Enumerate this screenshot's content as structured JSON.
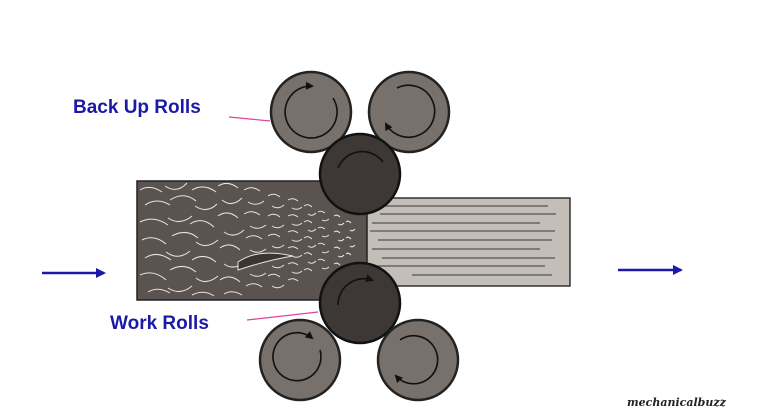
{
  "labels": {
    "back_up_rolls": "Back Up Rolls",
    "work_rolls": "Work Rolls"
  },
  "credit": "mechanicalbuzz",
  "colors": {
    "label_text": "#1a1aa6",
    "arrow": "#1a1aa6",
    "leader_line": "#e040a0",
    "backup_roll": "#77706b",
    "work_roll": "#3d3835",
    "strip_incoming": "#5a534f",
    "strip_outgoing": "#c4beb9"
  }
}
